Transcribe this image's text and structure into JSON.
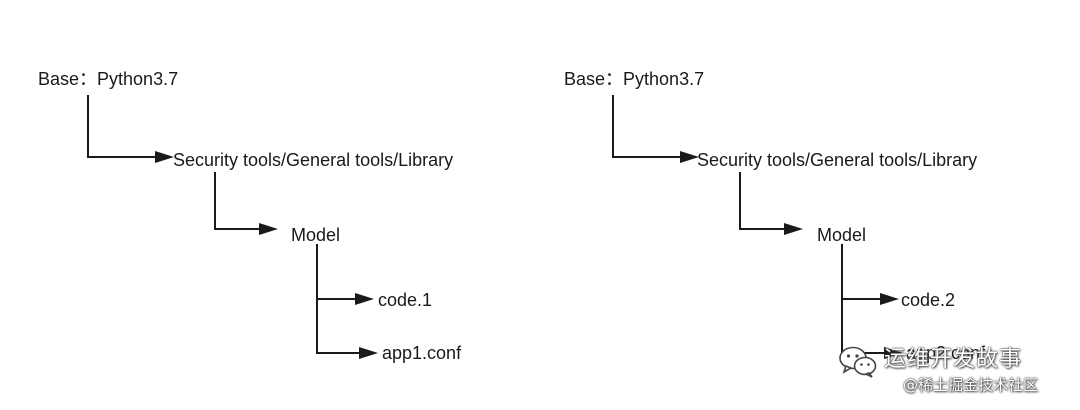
{
  "left_tree": {
    "root": "Base：Python3.7",
    "level1": "Security tools/General tools/Library",
    "level2": "Model",
    "leaf1": "code.1",
    "leaf2": "app1.conf"
  },
  "right_tree": {
    "root": "Base：Python3.7",
    "level1": "Security tools/General tools/Library",
    "level2": "Model",
    "leaf1": "code.2",
    "leaf2": "app2.conf"
  },
  "watermark": {
    "title": "运维开发故事",
    "subtitle": "@稀土掘金技术社区",
    "icon": "wechat-icon"
  },
  "colors": {
    "line": "#1a1a1a",
    "text": "#1a1a1a"
  }
}
